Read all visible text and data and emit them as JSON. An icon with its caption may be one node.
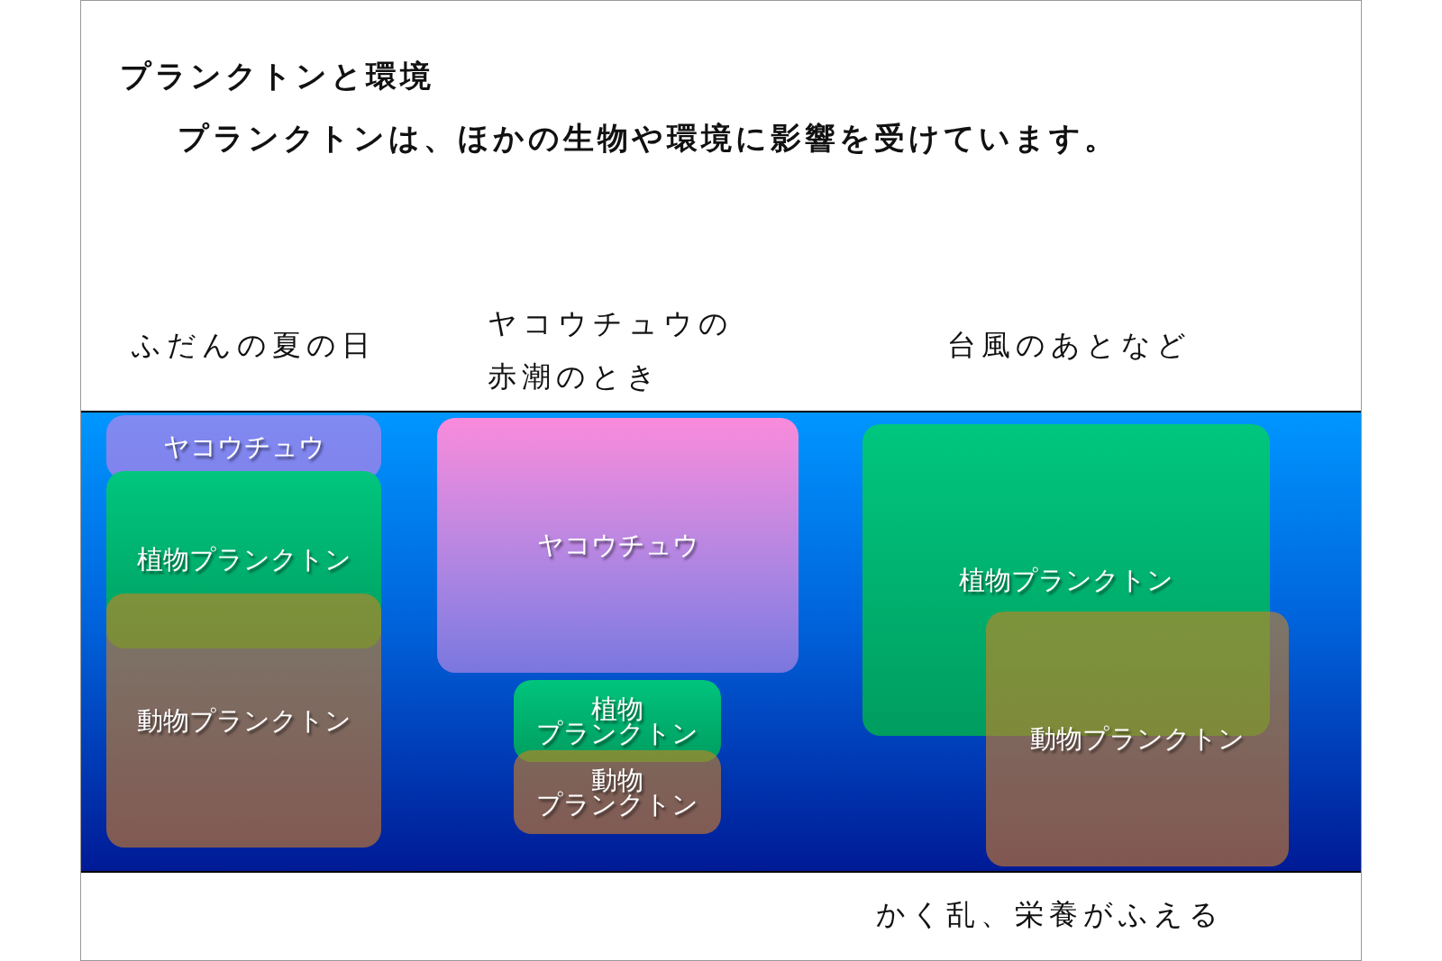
{
  "diagram": {
    "title": "プランクトンと環境",
    "nodes": [
      {
        "text": [
          "ヤコウチュウ"
        ]
      },
      {
        "text": [
          "植物プランクトン"
        ]
      },
      {
        "text": [
          "動物プランクトン"
        ]
      },
      {
        "text": [
          "ヤコウチュウ"
        ]
      },
      {
        "text": [
          "植物プランクトン"
        ]
      },
      {
        "text": [
          "動物プランクトン"
        ]
      },
      {
        "text": [
          "植物プランクトン"
        ]
      },
      {
        "text": [
          "動物プランクトン"
        ]
      }
    ],
    "labels": [
      "プランクトンは、ほかの生物や環境に影響を受けています。",
      "ふだんの夏の日",
      "ヤコウチュウの赤潮のとき",
      "台風のあとなど",
      "かく乱、栄養がふえる"
    ]
  }
}
